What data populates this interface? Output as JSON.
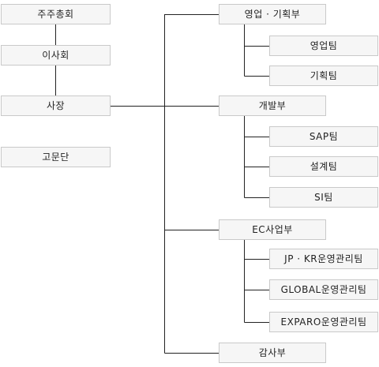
{
  "left_column": {
    "shareholders": "주주총회",
    "board": "이사회",
    "ceo": "사장",
    "advisors": "고문단"
  },
  "departments": {
    "sales_planning": {
      "label": "영업 · 기획부",
      "teams": [
        "영업팀",
        "기획팀"
      ]
    },
    "development": {
      "label": "개발부",
      "teams": [
        "SAP팀",
        "설계팀",
        "SI팀"
      ]
    },
    "ec_business": {
      "label": "EC사업부",
      "teams": [
        "JP · KR운영관리팀",
        "GLOBAL운영관리팀",
        "EXPARO운영관리팀"
      ]
    },
    "audit": {
      "label": "감사부"
    }
  },
  "colors": {
    "box_fill": "#f6f6f6",
    "box_border": "#c9c9c9",
    "line": "#222222"
  }
}
